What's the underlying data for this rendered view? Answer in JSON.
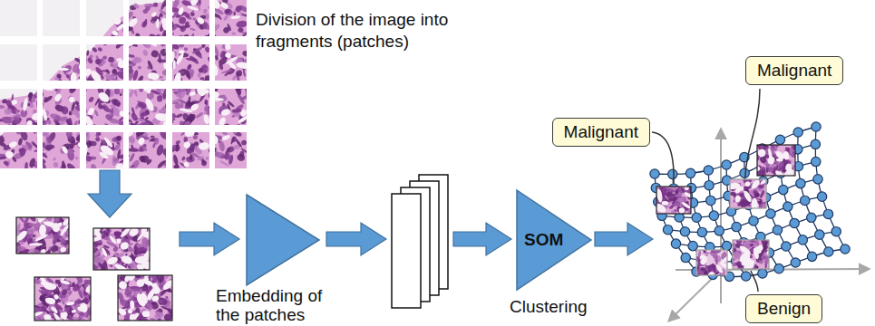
{
  "diagram": {
    "nodes": [
      {
        "text": [
          "Embedding of the patches"
        ]
      },
      {
        "text": [
          "SOM",
          "Clustering"
        ]
      },
      {
        "text": [
          "Malignant"
        ]
      },
      {
        "text": [
          "Malignant"
        ]
      },
      {
        "text": [
          "Benign"
        ]
      }
    ],
    "labels": [
      "Division of the image into fragments (patches)"
    ]
  }
}
